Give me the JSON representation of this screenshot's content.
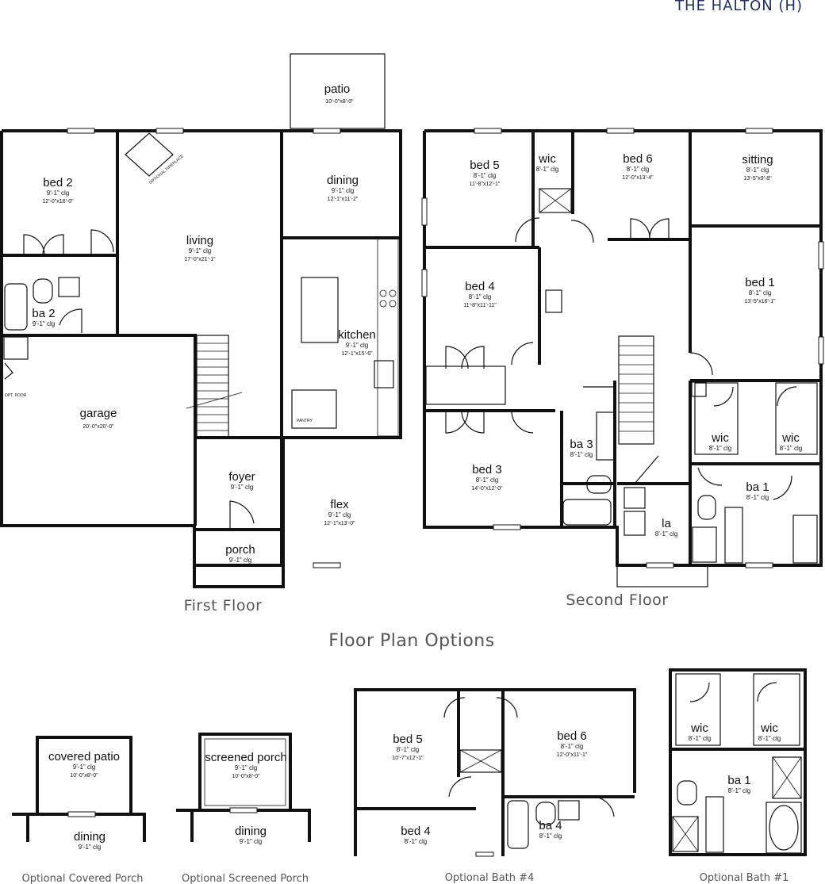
{
  "brand": {
    "title": "THE HALTON (H)",
    "color": "#1c2f5e"
  },
  "first_floor": {
    "caption": "First Floor",
    "rooms": {
      "patio": {
        "name": "patio",
        "clg": "",
        "size": "10'-0\"x8'-0\""
      },
      "bed2": {
        "name": "bed 2",
        "clg": "9'-1\" clg",
        "size": "12'-0\"x16'-0\""
      },
      "living": {
        "name": "living",
        "clg": "9'-1\" clg",
        "size": "17'-0\"x21'-1\""
      },
      "dining": {
        "name": "dining",
        "clg": "9'-1\" clg",
        "size": "12'-1\"x11'-2\""
      },
      "ba2": {
        "name": "ba 2",
        "clg": "9'-1\" clg",
        "size": ""
      },
      "kitchen": {
        "name": "kitchen",
        "clg": "9'-1\" clg",
        "size": "12'-1\"x15'-6\""
      },
      "garage": {
        "name": "garage",
        "clg": "",
        "size": "20'-0\"x20'-0\""
      },
      "foyer": {
        "name": "foyer",
        "clg": "9'-1\" clg",
        "size": ""
      },
      "flex": {
        "name": "flex",
        "clg": "9'-1\" clg",
        "size": "12'-1\"x13'-0\""
      },
      "porch": {
        "name": "porch",
        "clg": "9'-1\" clg",
        "size": ""
      }
    },
    "notes": {
      "fireplace": "OPTIONAL FIREPLACE",
      "pantry": "PANTRY",
      "opt_door": "OPT. DOOR"
    }
  },
  "second_floor": {
    "caption": "Second Floor",
    "rooms": {
      "bed5": {
        "name": "bed 5",
        "clg": "8'-1\" clg",
        "size": "11'-8\"x12'-1\""
      },
      "wic_top": {
        "name": "wic",
        "clg": "8'-1\" clg",
        "size": ""
      },
      "bed6": {
        "name": "bed 6",
        "clg": "8'-1\" clg",
        "size": "12'-0\"x13'-4\""
      },
      "sitting": {
        "name": "sitting",
        "clg": "8'-1\" clg",
        "size": "13'-5\"x9'-8\""
      },
      "bed4": {
        "name": "bed 4",
        "clg": "8'-1\" clg",
        "size": "11'-8\"x11'-11\""
      },
      "bed1": {
        "name": "bed 1",
        "clg": "8'-1\" clg",
        "size": "13'-5\"x16'-1\""
      },
      "wic_l": {
        "name": "wic",
        "clg": "8'-1\" clg",
        "size": ""
      },
      "wic_r": {
        "name": "wic",
        "clg": "8'-1\" clg",
        "size": ""
      },
      "ba3": {
        "name": "ba 3",
        "clg": "8'-1\" clg",
        "size": ""
      },
      "bed3": {
        "name": "bed 3",
        "clg": "8'-1\" clg",
        "size": "14'-0\"x12'-0\""
      },
      "ba1": {
        "name": "ba 1",
        "clg": "8'-1\" clg",
        "size": ""
      },
      "la": {
        "name": "la",
        "clg": "8'-1\" clg",
        "size": ""
      }
    }
  },
  "options": {
    "heading": "Floor Plan Options",
    "covered_porch": {
      "caption": "Optional Covered Porch",
      "patio": {
        "name": "covered patio",
        "clg": "9'-1\" clg",
        "size": "10'-0\"x8'-0\""
      },
      "dining": {
        "name": "dining",
        "clg": "9'-1\" clg"
      }
    },
    "screened_porch": {
      "caption": "Optional Screened Porch",
      "porch": {
        "name": "screened porch",
        "clg": "9'-1\" clg",
        "size": "10'-0\"x8'-0\""
      },
      "dining": {
        "name": "dining",
        "clg": "9'-1\" clg"
      }
    },
    "bath4": {
      "caption": "Optional Bath #4",
      "bed5": {
        "name": "bed 5",
        "clg": "8'-1\" clg",
        "size": "10'-7\"x12'-1\""
      },
      "bed6": {
        "name": "bed 6",
        "clg": "8'-1\" clg",
        "size": "12'-0\"x11'-1\""
      },
      "bed4": {
        "name": "bed 4",
        "clg": "8'-1\" clg"
      },
      "ba4": {
        "name": "ba 4",
        "clg": "8'-1\" clg"
      }
    },
    "bath1": {
      "caption": "Optional Bath #1",
      "wic_l": {
        "name": "wic",
        "clg": "8'-1\" clg"
      },
      "wic_r": {
        "name": "wic",
        "clg": "8'-1\" clg"
      },
      "ba1": {
        "name": "ba 1",
        "clg": "8'-1\" clg"
      }
    }
  }
}
